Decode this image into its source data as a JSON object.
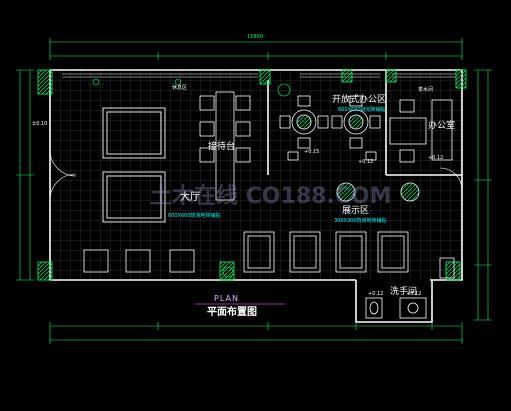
{
  "plan": {
    "plan_label": "PLAN",
    "title": "平面布置图",
    "rooms": {
      "lobby": "大厅",
      "reception": "接待台",
      "open_office": "开放式办公区",
      "office": "办公室",
      "exhibition": "展示区",
      "washroom": "洗手间",
      "tea_room": "茶水间",
      "lounge": "休息区"
    },
    "level_tags": [
      "±0.10",
      "+0.15",
      "+0.12",
      "+0.12",
      "+0.12",
      "+0.12"
    ],
    "dim_top": "11800",
    "notes": {
      "floor_note_1": "600X600防滑地砖铺贴",
      "floor_note_2": "300X300防滑地砖铺贴",
      "floor_note_3": "600X600抛光砖铺贴"
    },
    "watermark": "土木在线 CO188.COM"
  },
  "colors": {
    "background": "#000000",
    "wall": "#ffffff",
    "grid": "#666666",
    "dimension": "#00ff66",
    "furniture": "#ffffff",
    "column_fill": "#00aa44",
    "title_underline": "#cc44cc"
  }
}
